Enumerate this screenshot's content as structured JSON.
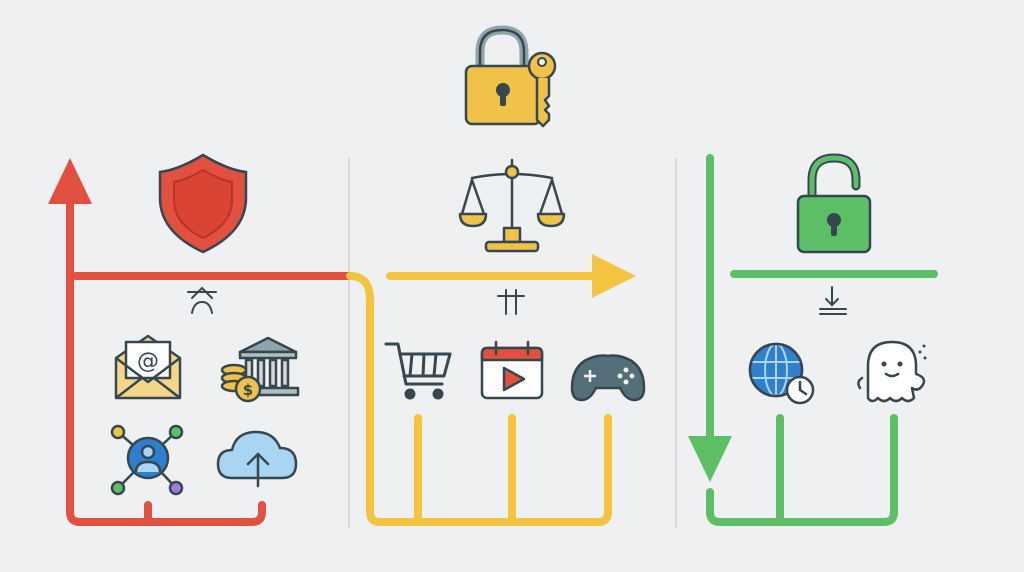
{
  "colors": {
    "background": "#eef0f1",
    "red": "#e2503f",
    "red_dark": "#c63a2c",
    "yellow": "#f3c440",
    "green": "#5cbf66",
    "lock_gold": "#f1c24a",
    "divider": "#cfd3d6",
    "outline": "#37474f",
    "blue": "#2f7fd1",
    "light_blue": "#a9d4f2"
  },
  "header": {
    "icon": "padlock-with-key-icon"
  },
  "columns": [
    {
      "id": "protected",
      "accent": "red",
      "icon": "shield-icon",
      "symbol": "⊼",
      "arrow": "up",
      "items": [
        "email-icon",
        "bank-coins-icon",
        "user-network-icon",
        "cloud-upload-icon"
      ]
    },
    {
      "id": "balanced",
      "accent": "yellow",
      "icon": "balance-scale-icon",
      "symbol": "⫩",
      "arrow": "right",
      "items": [
        "shopping-cart-icon",
        "calendar-video-icon",
        "gamepad-icon"
      ]
    },
    {
      "id": "unlocked",
      "accent": "green",
      "icon": "unlocked-padlock-icon",
      "symbol": "⤓",
      "arrow": "down",
      "items": [
        "globe-clock-icon",
        "ghost-icon"
      ]
    }
  ]
}
